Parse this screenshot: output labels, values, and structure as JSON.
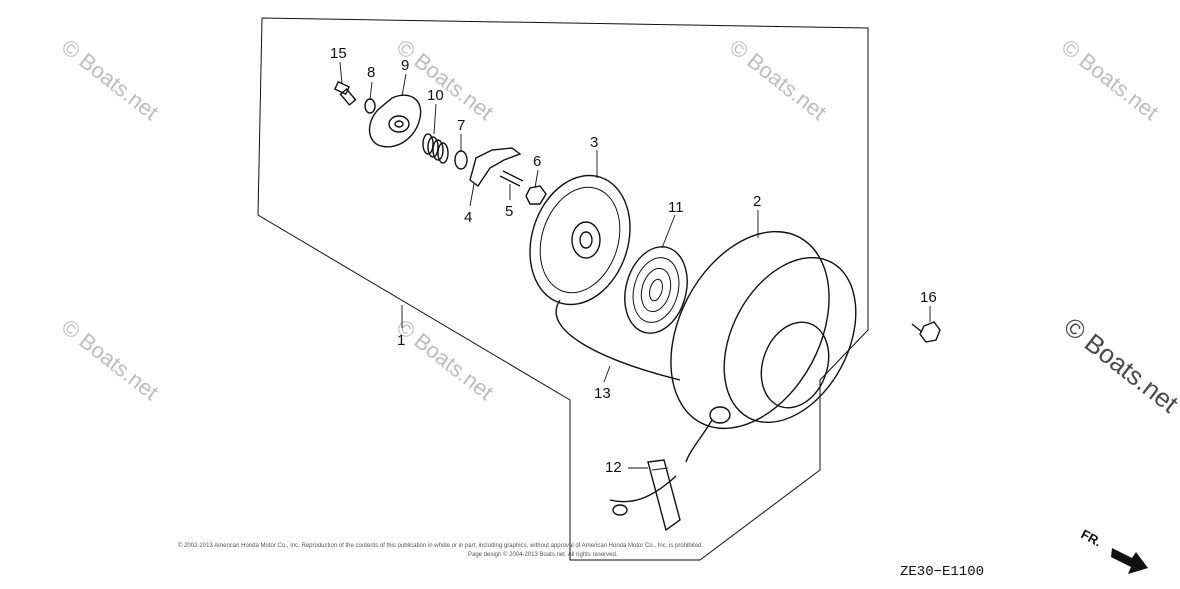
{
  "diagram": {
    "callouts": [
      {
        "id": "15",
        "label": "15"
      },
      {
        "id": "8",
        "label": "8"
      },
      {
        "id": "9",
        "label": "9"
      },
      {
        "id": "10",
        "label": "10"
      },
      {
        "id": "7",
        "label": "7"
      },
      {
        "id": "6",
        "label": "6"
      },
      {
        "id": "3",
        "label": "3"
      },
      {
        "id": "4",
        "label": "4"
      },
      {
        "id": "5",
        "label": "5"
      },
      {
        "id": "11",
        "label": "11"
      },
      {
        "id": "2",
        "label": "2"
      },
      {
        "id": "16",
        "label": "16"
      },
      {
        "id": "1",
        "label": "1"
      },
      {
        "id": "13",
        "label": "13"
      },
      {
        "id": "12",
        "label": "12"
      }
    ],
    "diagram_code": "ZE30−E1100",
    "direction_label": "FR.",
    "copyright_line1": "© 2002-2013 American Honda Motor Co., Inc. Reproduction of the contents of this publication in whole or in part, including graphics, without approval of American Honda Motor Co., Inc. is prohibited.",
    "copyright_line2": "Page design © 2004-2013 Boats.net. All rights reserved."
  },
  "watermark": {
    "text": "© Boats.net"
  },
  "colors": {
    "ink": "#111111",
    "watermark": "#bdbdbd",
    "watermark_dark": "#4a4a4a"
  }
}
